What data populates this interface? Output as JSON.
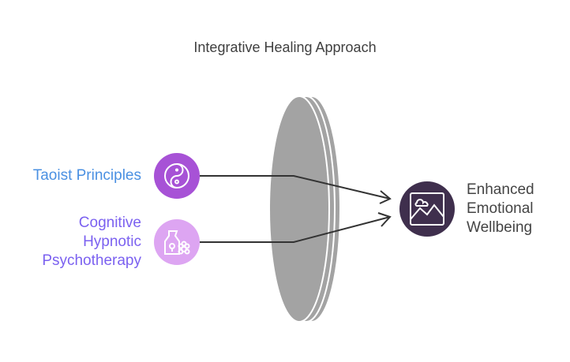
{
  "title": "Integrative Healing Approach",
  "inputs": [
    {
      "lines": [
        "Taoist Principles"
      ],
      "icon": "yin-yang-icon",
      "text_color": "#4a90e2",
      "circle_color": "#a752d6"
    },
    {
      "lines": [
        "Cognitive",
        "Hypnotic",
        "Psychotherapy"
      ],
      "icon": "aromatherapy-icon",
      "text_color": "#7b61f0",
      "circle_color": "#dda5f2"
    }
  ],
  "output": {
    "lines": [
      "Enhanced",
      "Emotional",
      "Wellbeing"
    ],
    "icon": "landscape-picture-icon",
    "text_color": "#444444",
    "circle_color": "#3f2f4d"
  },
  "lens_color": "#a3a3a3",
  "line_color": "#333333"
}
